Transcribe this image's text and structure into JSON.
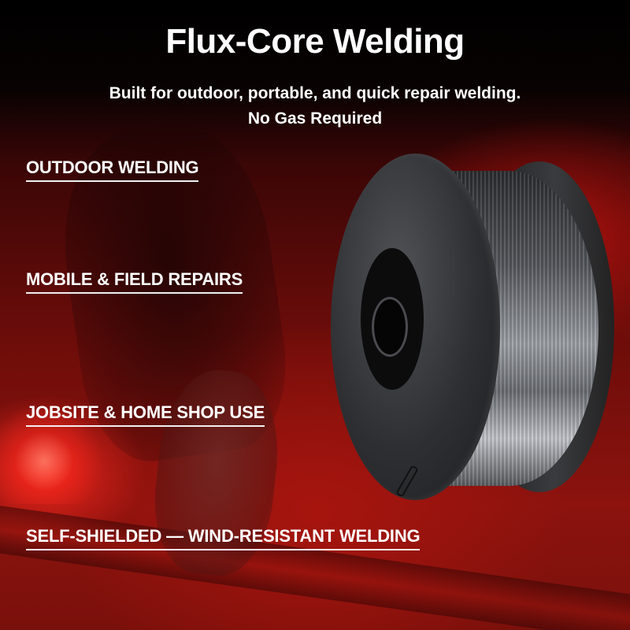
{
  "header": {
    "title": "Flux-Core Welding",
    "subtitle_line1": "Built for outdoor, portable, and quick repair welding.",
    "subtitle_line2": "No Gas Required"
  },
  "features": [
    {
      "label": "OUTDOOR WELDING"
    },
    {
      "label": "MOBILE & FIELD REPAIRS"
    },
    {
      "label": "JOBSITE & HOME SHOP USE"
    },
    {
      "label": "SELF-SHIELDED — WIND-RESISTANT WELDING"
    }
  ],
  "product": {
    "image": "flux-core-wire-spool"
  },
  "colors": {
    "background_accent": "#8c130e",
    "text": "#ffffff"
  }
}
